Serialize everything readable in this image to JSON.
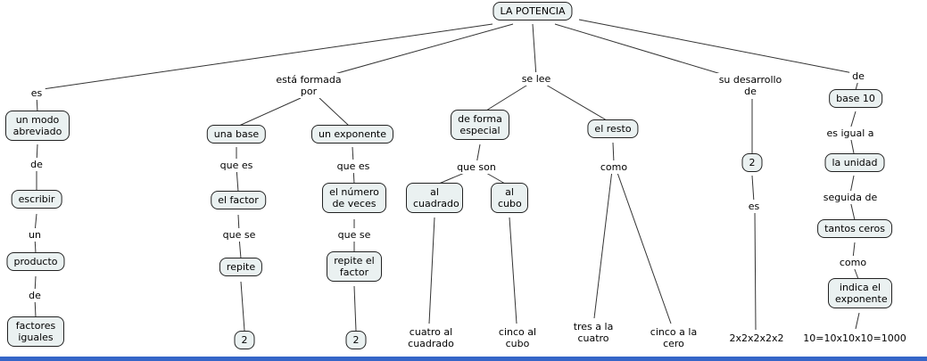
{
  "root_label": "LA POTENCIA",
  "es_branch": {
    "link_es": "es",
    "modo_abreviado": "un modo abreviado",
    "link_de_1": "de",
    "escribir": "escribir",
    "link_un": "un",
    "producto": "producto",
    "link_de_2": "de",
    "factores_iguales": "factores iguales"
  },
  "formada_branch": {
    "link_formada": "está formada por",
    "una_base": "una base",
    "link_que_es_base": "que es",
    "el_factor": "el factor",
    "link_que_se_base": "que se",
    "repite": "repite",
    "leaf_base": "2",
    "un_exponente": "un exponente",
    "link_que_es_exp": "que es",
    "numero_de_veces": "el número de veces",
    "link_que_se_exp": "que se",
    "repite_el_factor": "repite el factor",
    "leaf_exp": "2"
  },
  "se_lee_branch": {
    "link_se_lee": "se lee",
    "de_forma_especial": "de forma especial",
    "link_que_son": "que son",
    "al_cuadrado": "al cuadrado",
    "al_cubo": "al cubo",
    "leaf_cuatro": "cuatro al cuadrado",
    "leaf_cinco_cubo": "cinco al cubo",
    "el_resto": "el resto",
    "link_como": "como",
    "leaf_tres": "tres a la cuatro",
    "leaf_cinco_cero": "cinco a la cero"
  },
  "desarrollo_branch": {
    "link_desarrollo": "su desarrollo de",
    "dos": "2",
    "link_es": "es",
    "leaf_expansion": "2x2x2x2x2"
  },
  "base10_branch": {
    "link_de": "de",
    "base_10": "base 10",
    "link_es_igual_a": "es igual a",
    "la_unidad": "la unidad",
    "link_seguida_de": "seguida de",
    "tantos_ceros": "tantos ceros",
    "link_como": "como",
    "indica_exponente": "indica el exponente",
    "leaf_ejemplo": "10=10x10x10=1000"
  },
  "colors": {
    "node_fill": "#eaf1f1",
    "node_border": "#222222",
    "line": "#333333",
    "bottom_bar": "#3566c8"
  }
}
